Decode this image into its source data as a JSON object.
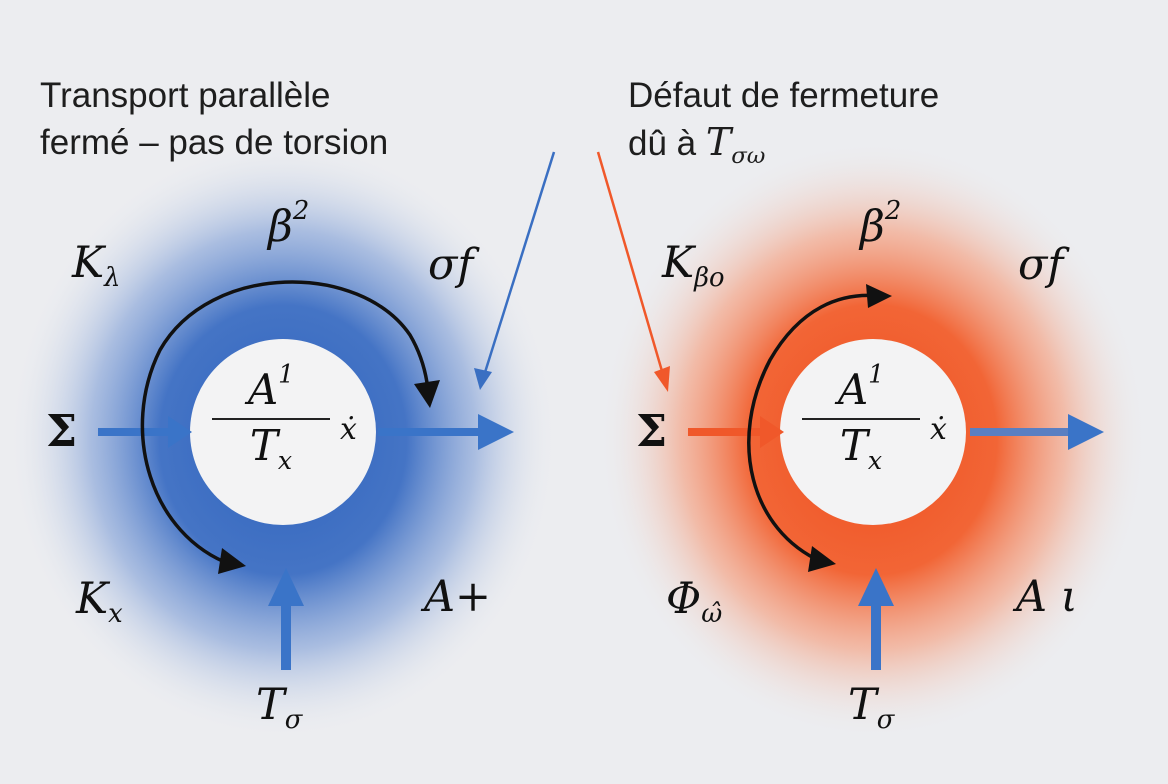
{
  "left_panel": {
    "caption_line1": "Transport parallèle",
    "caption_line2": "fermé – pas de torsion",
    "beta": "β",
    "beta_exp": "2",
    "k_top": "K",
    "k_top_sub": "λ",
    "sigma_f": "σf",
    "sigma_sum": "Σ",
    "center_num": "A",
    "center_num_exp": "1",
    "center_den": "T",
    "center_den_sub": "x",
    "x_dot": "ẋ",
    "k_bottom": "K",
    "k_bottom_sub": "x",
    "a_label": "A+",
    "t_bottom": "T",
    "t_bottom_sub": "σ",
    "glow_color": "#3d6fc4",
    "arrow_color": "#3a74c8"
  },
  "right_panel": {
    "caption_line1": "Défaut de fermeture",
    "caption_line2_text": "dû à ",
    "caption_line2_math": "T",
    "caption_line2_math_sub": "σω",
    "beta": "β",
    "beta_exp": "2",
    "k_top": "K",
    "k_top_sub": "βo",
    "sigma_f": "σf",
    "sigma_sum": "Σ",
    "center_num": "A",
    "center_num_exp": "1",
    "center_den": "T",
    "center_den_sub": "x",
    "x_dot": "ẋ",
    "phi": "Φ",
    "phi_sub": "ω̂",
    "a_label": "A ι",
    "t_bottom": "T",
    "t_bottom_sub": "σ",
    "glow_color": "#ee5a2a",
    "arrow_color": "#f0582a"
  }
}
